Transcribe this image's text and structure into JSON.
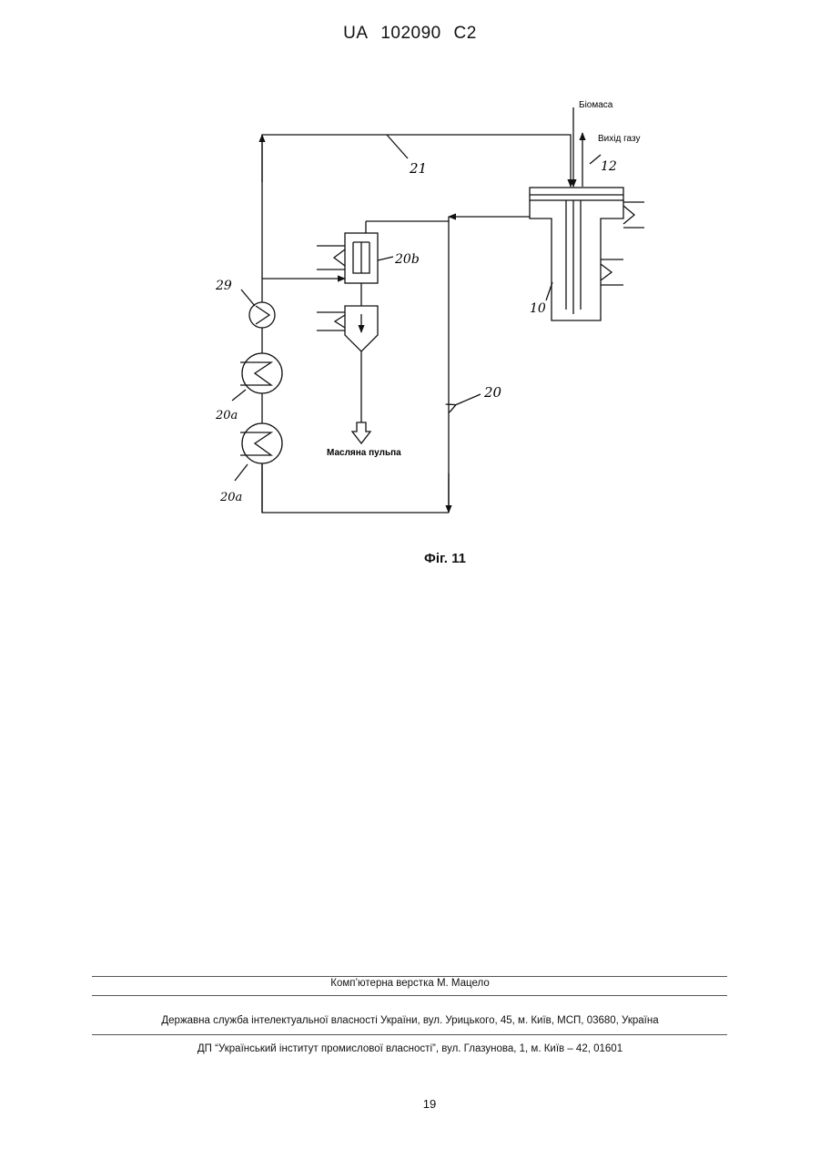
{
  "header": {
    "country": "UA",
    "number": "102090",
    "kind": "C2"
  },
  "figure": {
    "caption": "Фіг. 11",
    "labels": {
      "biomass": "Біомаса",
      "gas_out": "Вихід газу",
      "oil_pulp": "Масляна пульпа"
    },
    "ref_numbers": {
      "r21": "21",
      "r12": "12",
      "r20b": "20b",
      "r29": "29",
      "r10": "10",
      "r20": "20",
      "r20a_1": "20a",
      "r20a_2": "20a"
    }
  },
  "footer": {
    "layout": "Комп’ютерна верстка М. Мацело",
    "agency": "Державна служба інтелектуальної власності України, вул. Урицького, 45, м. Київ, МСП, 03680, Україна",
    "institute": "ДП “Український інститут промислової власності”, вул. Глазунова, 1, м. Київ – 42, 01601",
    "page": "19"
  }
}
